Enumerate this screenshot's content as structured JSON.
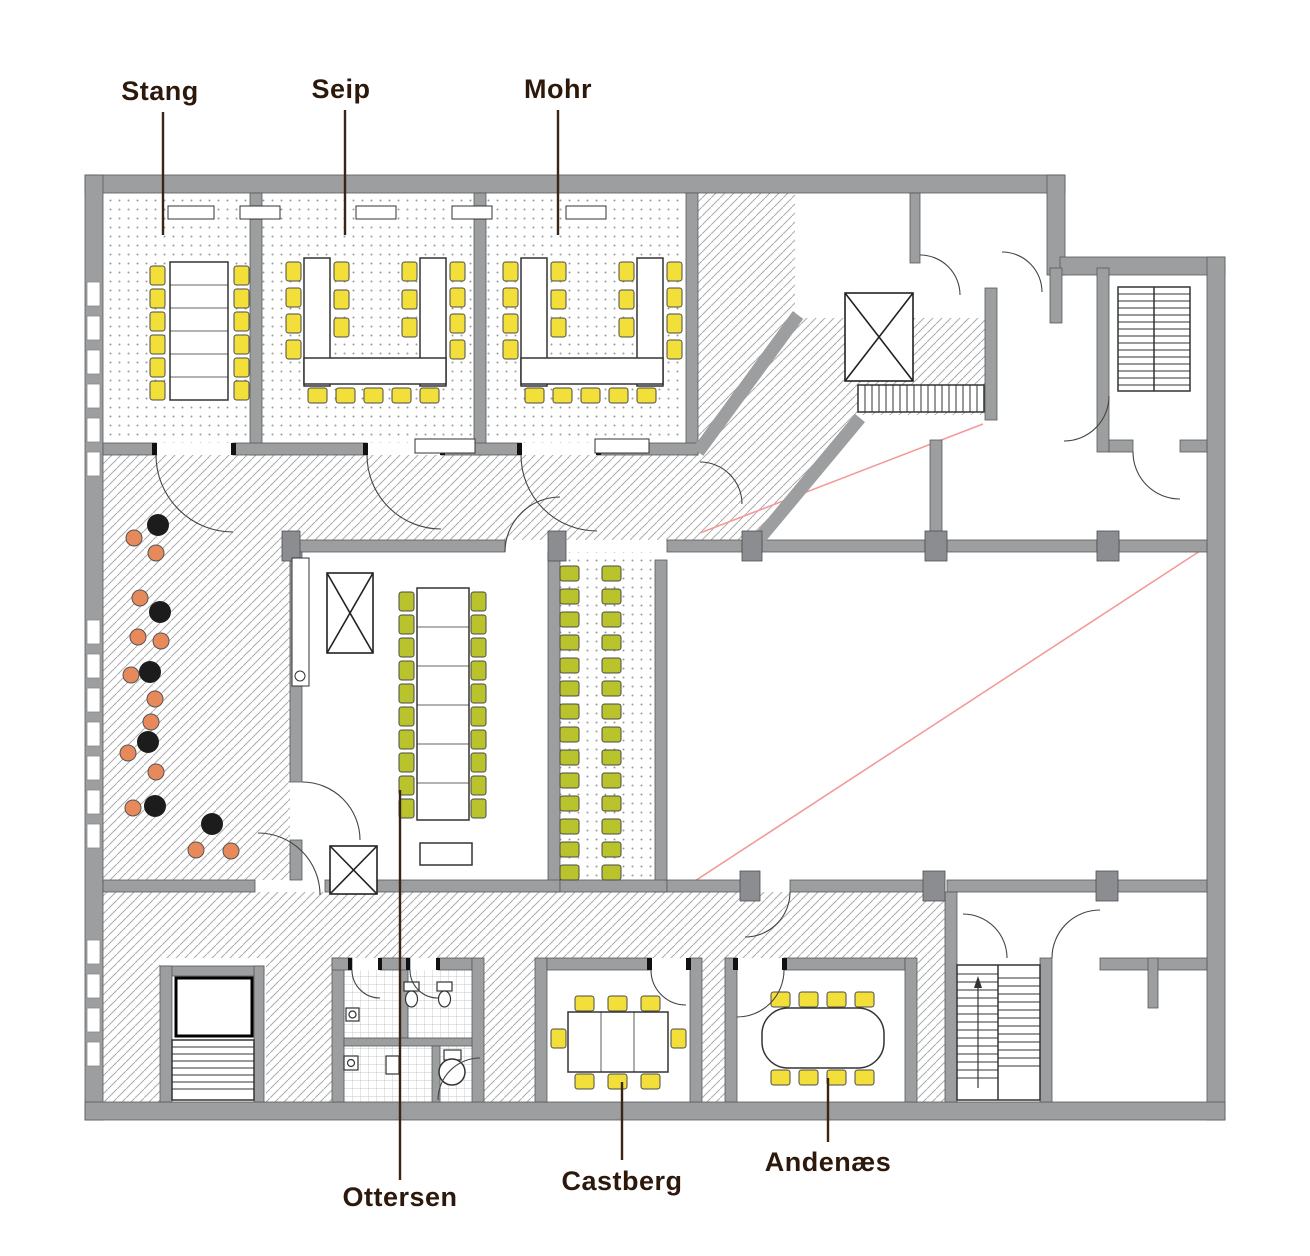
{
  "labels": {
    "stang": "Stang",
    "seip": "Seip",
    "mohr": "Mohr",
    "ottersen": "Ottersen",
    "castberg": "Castberg",
    "andenaes": "Andenæs"
  },
  "colors": {
    "wall": "#9c9ea0",
    "wall_dark": "#8b8d90",
    "chair_yellow": "#f2df3a",
    "chair_olive": "#b9c32c",
    "chair_orange": "#e8895c",
    "table_dark": "#1c1c1c",
    "guide_red": "#f39a9a",
    "label_text": "#2d190b"
  }
}
